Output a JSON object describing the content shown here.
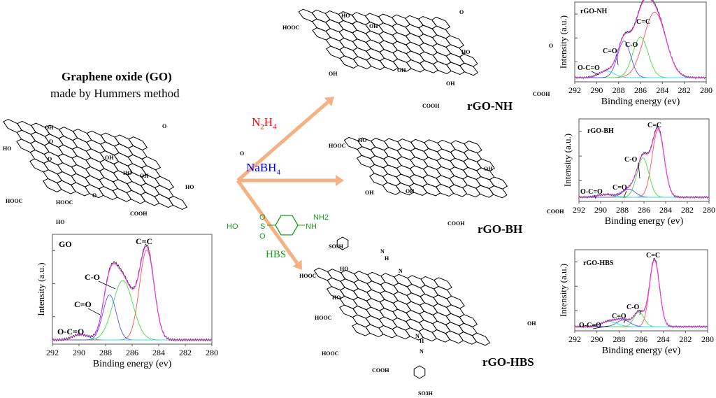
{
  "title_block": {
    "title": "Graphene oxide (GO)",
    "subtitle": "made by Hummers method"
  },
  "reagents": {
    "n2h4": {
      "base": "N",
      "sub1": "2",
      "mid": "H",
      "sub2": "4",
      "color": "#ff0000"
    },
    "nabh4": {
      "base": "NaBH",
      "sub": "4",
      "color": "#0000ff"
    },
    "hbs": {
      "label": "HBS",
      "color": "#19a019",
      "atoms": [
        "HO",
        "S",
        "O",
        "O",
        "NH",
        "NH2"
      ]
    }
  },
  "arrow_color": "#f4b183",
  "products": {
    "nh": "rGO-NH",
    "bh": "rGO-BH",
    "hbs": "rGO-HBS"
  },
  "sheets": {
    "go": [
      "HOOC",
      "OH",
      "HO",
      "O",
      "O",
      "OH",
      "O",
      "HO",
      "OH",
      "HOOC",
      "COOH",
      "O",
      "HO",
      "O",
      "HO"
    ],
    "nh": [
      "HOOC",
      "HO",
      "OH",
      "O",
      "O",
      "OH",
      "OH",
      "OH",
      "HO",
      "COOH",
      "COOH"
    ],
    "bh": [
      "HOOC",
      "HO",
      "OH",
      "OH",
      "OH",
      "COOH",
      "COOH"
    ],
    "hbs": [
      "HOOC",
      "HO",
      "HO",
      "HOOC",
      "HOOC",
      "COOH",
      "OH",
      "SO3H",
      "N",
      "H",
      "N",
      "N",
      "H",
      "N",
      "SO3H"
    ]
  },
  "chart_data": [
    {
      "type": "line",
      "title": "GO",
      "xlabel": "Binding energy (ev)",
      "ylabel": "Intensity (a.u.)",
      "xlim": [
        292,
        280
      ],
      "xticks": [
        "292",
        "290",
        "288",
        "286",
        "284",
        "282",
        "280"
      ],
      "peaks": [
        {
          "label": "C=C",
          "center": 284.9,
          "height": 1.0,
          "sigma": 0.55,
          "color": "#ff5050"
        },
        {
          "label": "C-O",
          "center": 286.7,
          "height": 0.66,
          "sigma": 0.75,
          "color": "#40e040"
        },
        {
          "label": "C=O",
          "center": 287.7,
          "height": 0.5,
          "sigma": 0.5,
          "color": "#5050ff"
        },
        {
          "label": "O-C=O",
          "center": 289.9,
          "height": 0.06,
          "sigma": 0.6,
          "color": "#30e0e0"
        }
      ]
    },
    {
      "type": "line",
      "title": "rGO-NH",
      "xlabel": "Binding energy (ev)",
      "ylabel": "Intensity (a.u.)",
      "xlim": [
        292,
        280
      ],
      "xticks": [
        "292",
        "290",
        "288",
        "286",
        "284",
        "282",
        "280"
      ],
      "peaks": [
        {
          "label": "C=C",
          "center": 284.7,
          "height": 1.0,
          "sigma": 1.0,
          "color": "#ff5050"
        },
        {
          "label": "C-O",
          "center": 286.0,
          "height": 0.62,
          "sigma": 0.7,
          "color": "#40e040"
        },
        {
          "label": "C=O",
          "center": 287.5,
          "height": 0.56,
          "sigma": 0.6,
          "color": "#5050ff"
        },
        {
          "label": "O-C=O",
          "center": 289.1,
          "height": 0.1,
          "sigma": 0.7,
          "color": "#30e0e0"
        }
      ]
    },
    {
      "type": "line",
      "title": "rGO-BH",
      "xlabel": "Binding energy (ev)",
      "ylabel": "Intensity (a.u.)",
      "xlim": [
        292,
        280
      ],
      "xticks": [
        "292",
        "290",
        "288",
        "286",
        "284",
        "282",
        "280"
      ],
      "peaks": [
        {
          "label": "C=C",
          "center": 284.7,
          "height": 1.0,
          "sigma": 0.55,
          "color": "#ff5050"
        },
        {
          "label": "C-O",
          "center": 286.1,
          "height": 0.58,
          "sigma": 0.55,
          "color": "#40e040"
        },
        {
          "label": "C=O",
          "center": 287.4,
          "height": 0.12,
          "sigma": 0.6,
          "color": "#5050ff"
        },
        {
          "label": "O-C=O",
          "center": 289.5,
          "height": 0.04,
          "sigma": 0.8,
          "color": "#30e0e0"
        }
      ]
    },
    {
      "type": "line",
      "title": "rGO-HBS",
      "xlabel": "Binding energy (ev)",
      "ylabel": "Intensity (a.u.)",
      "xlim": [
        292,
        280
      ],
      "xticks": [
        "292",
        "290",
        "288",
        "286",
        "284",
        "282",
        "280"
      ],
      "peaks": [
        {
          "label": "C=C",
          "center": 284.8,
          "height": 1.0,
          "sigma": 0.45,
          "color": "#ff5050"
        },
        {
          "label": "C-O",
          "center": 286.2,
          "height": 0.22,
          "sigma": 0.45,
          "color": "#40e040"
        },
        {
          "label": "C=O",
          "center": 287.6,
          "height": 0.1,
          "sigma": 0.6,
          "color": "#5050ff"
        },
        {
          "label": "O-C=O",
          "center": 288.9,
          "height": 0.08,
          "sigma": 0.7,
          "color": "#30e0e0"
        }
      ]
    }
  ]
}
